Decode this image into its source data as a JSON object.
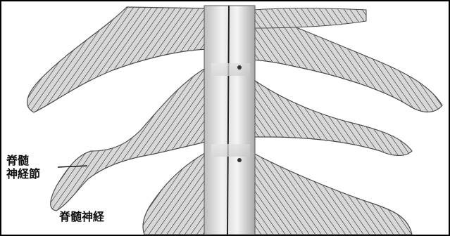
{
  "labels": {
    "ganglion_line1": "脊髄",
    "ganglion_line2": "神経節",
    "spinal_nerve": "脊髄神経"
  },
  "colors": {
    "bone": "#dcdcdc",
    "fiber": "#2a2a2a",
    "outline": "#4a4a4a",
    "frame": "#000000"
  }
}
